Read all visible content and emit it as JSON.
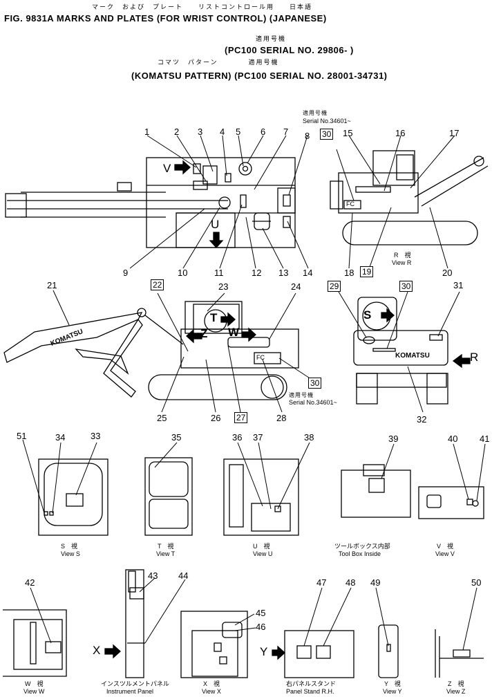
{
  "header": {
    "line1_jp": "マーク　および　プレート　　リストコントロール用　　日本語",
    "line1": "FIG. 9831A  MARKS AND PLATES (FOR WRIST CONTROL) (JAPANESE)",
    "line2_jp": "適用号機",
    "line2": "(PC100  SERIAL  NO. 29806- )",
    "line3_jp": "コマツ　パターン　　　　適用号機",
    "line3": "(KOMATSU  PATTERN)  (PC100  SERIAL  NO. 28001-34731)"
  },
  "serial_note": {
    "jp": "適用号機",
    "en": "Serial No.34601~"
  },
  "callouts": [
    "1",
    "2",
    "3",
    "4",
    "5",
    "6",
    "7",
    "8",
    "9",
    "10",
    "11",
    "12",
    "13",
    "14",
    "15",
    "16",
    "17",
    "18",
    "19",
    "20",
    "21",
    "22",
    "23",
    "24",
    "25",
    "26",
    "27",
    "28",
    "29",
    "30",
    "31",
    "32",
    "33",
    "34",
    "35",
    "36",
    "37",
    "38",
    "39",
    "40",
    "41",
    "42",
    "43",
    "44",
    "45",
    "46",
    "47",
    "48",
    "49",
    "50",
    "51"
  ],
  "view_arrows": [
    "V",
    "U",
    "R",
    "T",
    "W",
    "Z",
    "S",
    "X",
    "Y"
  ],
  "brand_text": "KOMATSU",
  "fc_label": "FC",
  "captions": {
    "view_r": {
      "jp": "R　視",
      "en": "View R"
    },
    "view_s": {
      "jp": "S　視",
      "en": "View S"
    },
    "view_t": {
      "jp": "T　視",
      "en": "View T"
    },
    "view_u": {
      "jp": "U　視",
      "en": "View U"
    },
    "toolbox": {
      "jp": "ツールボックス内部",
      "en": "Tool Box Inside"
    },
    "view_v": {
      "jp": "V　視",
      "en": "View V"
    },
    "view_w": {
      "jp": "W　視",
      "en": "View W"
    },
    "instrument": {
      "jp": "インスツルメントパネル",
      "en": "Instrument Panel"
    },
    "view_x": {
      "jp": "X　視",
      "en": "View X"
    },
    "panel_stand": {
      "jp": "右パネルスタンド",
      "en": "Panel Stand R.H."
    },
    "view_y": {
      "jp": "Y　視",
      "en": "View Y"
    },
    "view_z": {
      "jp": "Z　視",
      "en": "View Z"
    }
  }
}
